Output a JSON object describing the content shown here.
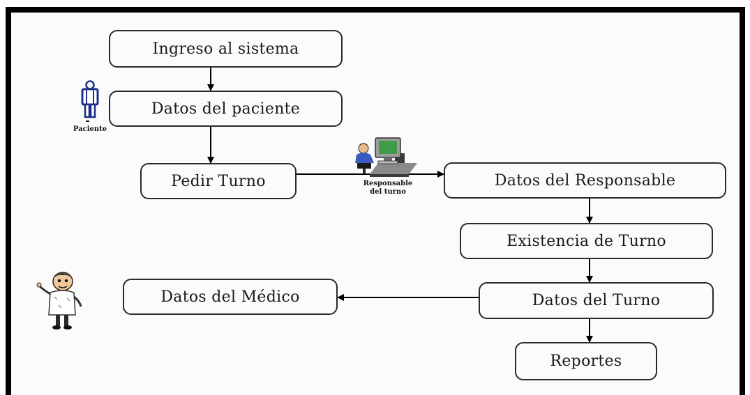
{
  "diagram": {
    "nodes": {
      "ingreso": "Ingreso al sistema",
      "datos_paciente": "Datos del paciente",
      "pedir_turno": "Pedir Turno",
      "datos_responsable": "Datos del Responsable",
      "existencia_turno": "Existencia de Turno",
      "datos_medico": "Datos del Médico",
      "datos_turno": "Datos del Turno",
      "reportes": "Reportes"
    },
    "actors": {
      "paciente": "Paciente",
      "responsable_line1": "Responsable",
      "responsable_line2": "del turno"
    },
    "icons": {
      "patient": "person-icon",
      "responsible": "computer-operator-icon",
      "doctor": "doctor-icon"
    },
    "colors": {
      "frame": "#000000",
      "node_border": "#2a2a2a",
      "patient_icon": "#1c2f8a",
      "operator_shirt": "#3a5bbf",
      "monitor_screen": "#3f9a4a"
    }
  }
}
